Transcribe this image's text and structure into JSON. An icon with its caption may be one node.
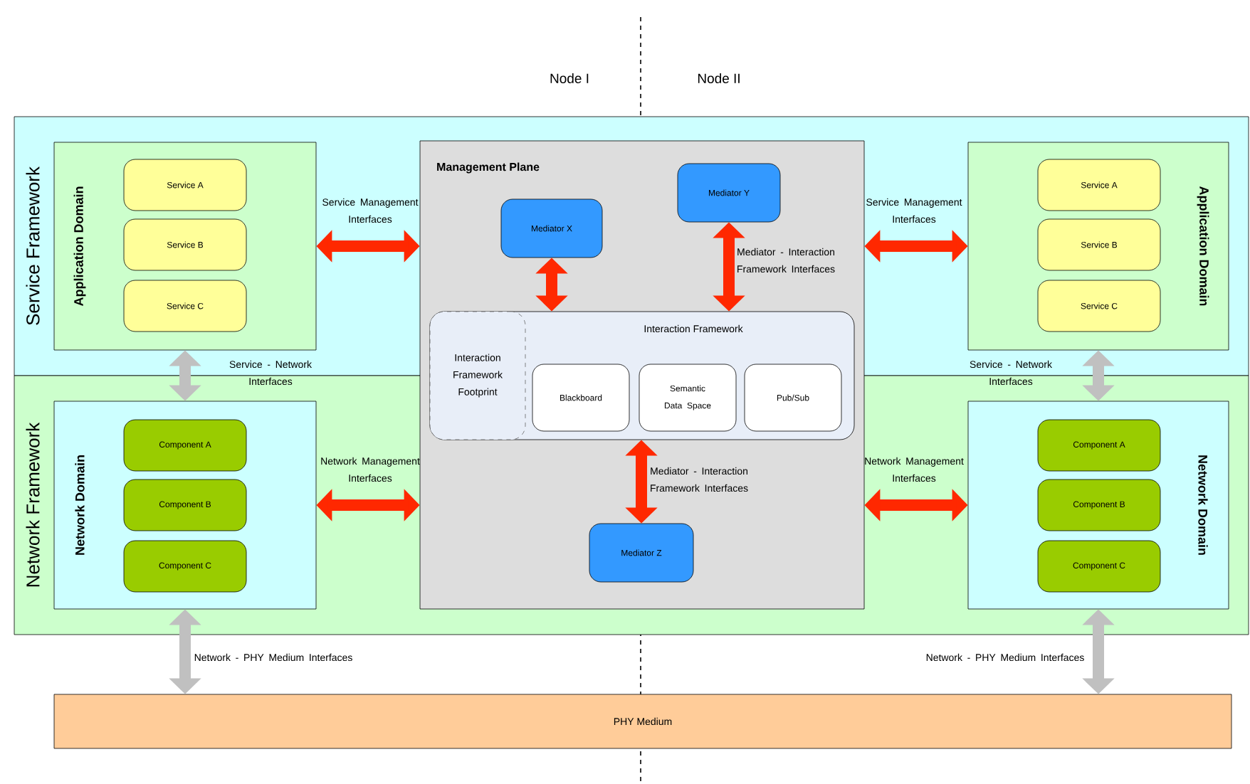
{
  "diagram": {
    "nodes": [
      {
        "text": [
          "Service Framework"
        ]
      },
      {
        "text": [
          "Network Framework"
        ]
      },
      {
        "text": [
          "Application Domain"
        ],
        "in": 0
      },
      {
        "text": [
          "Service A"
        ],
        "in": 2
      },
      {
        "text": [
          "Service B"
        ],
        "in": 2
      },
      {
        "text": [
          "Service C"
        ],
        "in": 2
      },
      {
        "text": [
          "Management Plane"
        ]
      },
      {
        "text": [
          "Mediator X"
        ]
      },
      {
        "text": [
          "Mediator Y"
        ]
      },
      {
        "text": [
          "Interaction Framework"
        ],
        "in": 6
      },
      {
        "text": [
          "Interaction Framework Footprint"
        ],
        "in": 9
      },
      {
        "text": [
          "Blackboard"
        ],
        "in": 9
      },
      {
        "text": [
          "Semantic Data Space"
        ],
        "in": 9
      },
      {
        "text": [
          "Pub/Sub"
        ],
        "in": 9
      },
      {
        "text": [
          "Mediator Z"
        ]
      },
      {
        "text": [
          "Application Domain"
        ],
        "in": 0
      },
      {
        "text": [
          "Service A"
        ],
        "in": 15
      },
      {
        "text": [
          "Service B"
        ],
        "in": 15
      },
      {
        "text": [
          "Service C"
        ],
        "in": 15
      },
      {
        "text": [
          "Network Domain"
        ],
        "in": 1
      },
      {
        "text": [
          "Component A"
        ],
        "in": 19
      },
      {
        "text": [
          "Component B"
        ],
        "in": 19
      },
      {
        "text": [
          "Component C"
        ],
        "in": 19
      },
      {
        "text": [
          "Network Domain"
        ],
        "in": 1
      },
      {
        "text": [
          "Component A"
        ],
        "in": 23
      },
      {
        "text": [
          "Component B"
        ],
        "in": 23
      },
      {
        "text": [
          "Component C"
        ],
        "in": 23
      },
      {
        "text": [
          "PHY Medium"
        ]
      }
    ],
    "edges": [
      {
        "from": 2,
        "to": 6,
        "arrow": "both",
        "label": "Service Management Interfaces"
      },
      {
        "from": 6,
        "to": 15,
        "arrow": "both",
        "label": "Service Management Interfaces"
      },
      {
        "from": 19,
        "to": 6,
        "arrow": "both",
        "label": "Network Management Interfaces"
      },
      {
        "from": 6,
        "to": 23,
        "arrow": "both",
        "label": "Network Management Interfaces"
      },
      {
        "from": 7,
        "to": 9,
        "arrow": "both"
      },
      {
        "from": 8,
        "to": 9,
        "arrow": "both",
        "label": "Mediator - Interaction Framework Interfaces"
      },
      {
        "from": 9,
        "to": 14,
        "arrow": "both",
        "label": "Mediator - Interaction Framework Interfaces"
      },
      {
        "from": 2,
        "to": 19,
        "arrow": "both",
        "label": "Service - Network Interfaces",
        "color": "#c0c0c0"
      },
      {
        "from": 15,
        "to": 23,
        "arrow": "both",
        "label": "Service - Network Interfaces",
        "color": "#c0c0c0"
      },
      {
        "from": 19,
        "to": 27,
        "arrow": "both",
        "label": "Network - PHY Medium Interfaces",
        "color": "#c0c0c0"
      },
      {
        "from": 23,
        "to": 27,
        "arrow": "both",
        "label": "Network - PHY Medium Interfaces",
        "color": "#c0c0c0"
      }
    ],
    "labels": [
      "Node I",
      "Node II"
    ]
  }
}
